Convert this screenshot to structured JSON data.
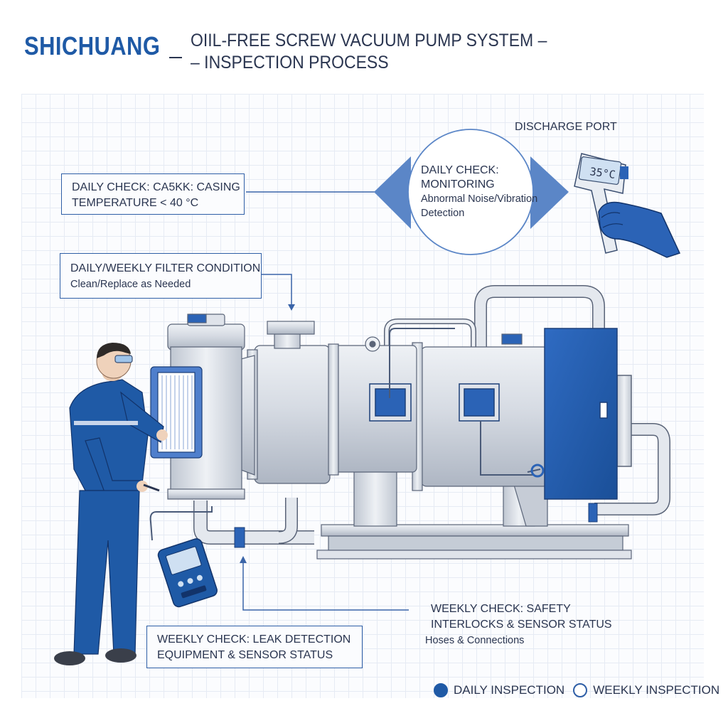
{
  "header": {
    "brand": "SHICHUANG",
    "title_line1": "OIIL-FREE SCREW VACUUM PUMP SYSTEM –",
    "title_line2": "– INSPECTION PROCESS"
  },
  "labels": {
    "discharge_port": "DISCHARGE PORT",
    "thermometer_reading": "35°C"
  },
  "callouts": {
    "casing_temp": {
      "line1": "DAILY CHECK: CA5KK: CASING",
      "line2": "TEMPERATURE < 40 °C"
    },
    "monitoring": {
      "line1": "DAILY CHECK:",
      "line2": "MONITORING",
      "line3": "Abnormal Noise/Vibration",
      "line4": "Detection"
    },
    "filter": {
      "line1": "DAILY/WEEKLY FILTER CONDITION",
      "line2": "Clean/Replace as Needed"
    },
    "safety": {
      "line1": "WEEKLY CHECK: SAFETY",
      "line2": "INTERLOCKS & SENSOR STATUS",
      "line3": "Hoses & Connections"
    },
    "leak": {
      "line1": "WEEKLY CHECK: LEAK DETECTION",
      "line2": "EQUIPMENT & SENSOR STATUS"
    }
  },
  "legend": {
    "daily": "DAILY INSPECTION",
    "weekly": "WEEKLY INSPECTION"
  },
  "colors": {
    "brand_blue": "#1f5aa6",
    "line_blue": "#2e5ea6",
    "steel": "#d9dde4"
  }
}
